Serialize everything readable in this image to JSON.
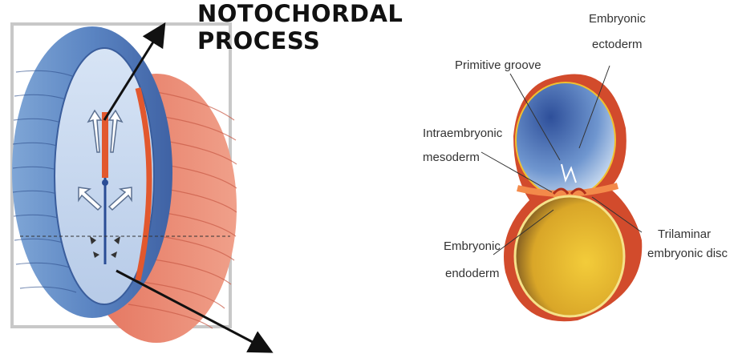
{
  "left_figure": {
    "label_line1": "NOTOCHORDAL",
    "label_line2": "PROCESS"
  },
  "right_figure": {
    "embryonic_ectoderm_1": "Embryonic",
    "embryonic_ectoderm_2": "ectoderm",
    "primitive_groove": "Primitive groove",
    "intraembryonic_1": "Intraembryonic",
    "intraembryonic_2": "mesoderm",
    "embryonic_endoderm_1": "Embryonic",
    "embryonic_endoderm_2": "endoderm",
    "trilaminar_1": "Trilaminar",
    "trilaminar_2": "embryonic disc"
  },
  "colors": {
    "amnion_blue": "#4a74b8",
    "yolk_orange": "#e07a5a",
    "yolk_gold": "#e8b830",
    "frame_gray": "#c8c8c8"
  }
}
